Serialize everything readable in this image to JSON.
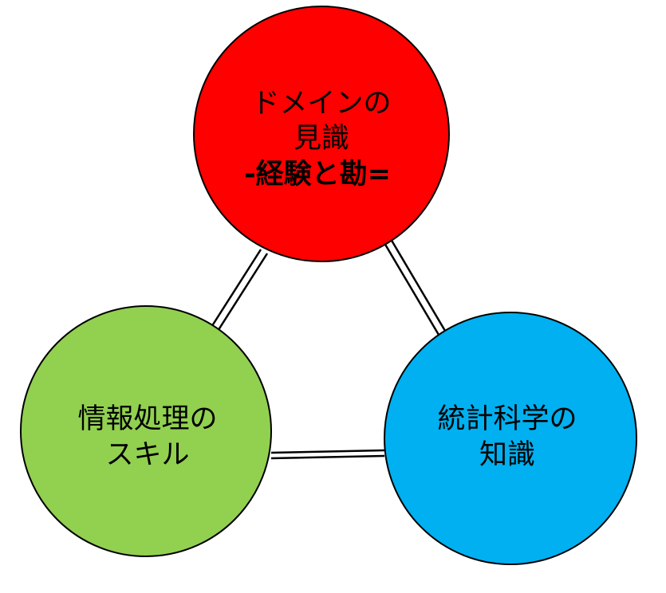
{
  "colors": {
    "domain": "#ff0000",
    "info": "#92d050",
    "stats": "#00b0f0",
    "outline": "#000000",
    "background": "#ffffff"
  },
  "nodes": {
    "domain": {
      "line1": "ドメインの",
      "line2": "見識",
      "line3": "-経験と勘="
    },
    "info": {
      "line1": "情報処理の",
      "line2": "スキル"
    },
    "stats": {
      "line1": "統計科学の",
      "line2": "知識"
    }
  }
}
